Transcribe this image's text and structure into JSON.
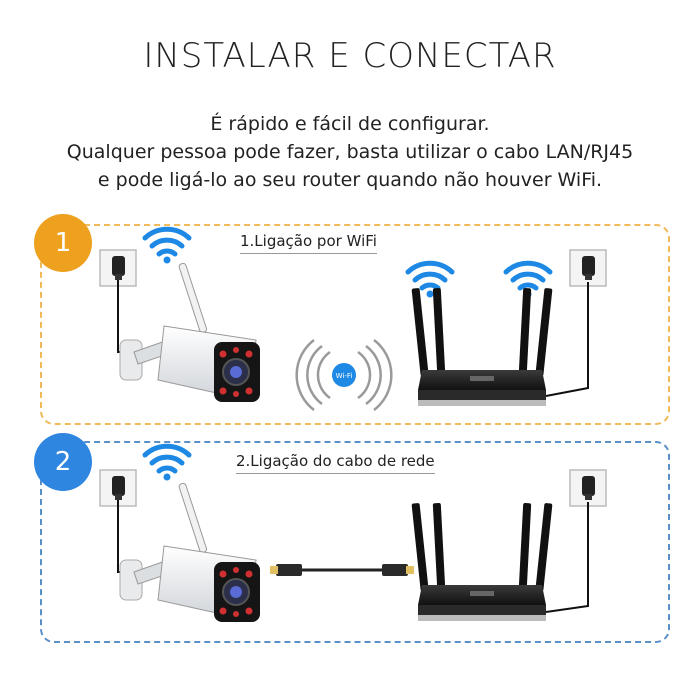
{
  "title": "INSTALAR E CONECTAR",
  "description": [
    "É rápido e fácil de configurar.",
    "Qualquer pessoa pode fazer, basta utilizar o cabo LAN/RJ45",
    "e pode ligá-lo ao seu router quando não houver WiFi."
  ],
  "steps": [
    {
      "number": "1",
      "label": "1.Ligação por WiFi",
      "accent": "#eea11f"
    },
    {
      "number": "2",
      "label": "2.Ligação do cabo de rede",
      "accent": "#2f86e0"
    }
  ],
  "wifi_badge": "Wi-Fi",
  "icons": [
    "wifi-signal-icon",
    "power-socket-icon",
    "ip-camera-icon",
    "router-icon",
    "ethernet-cable-icon"
  ]
}
